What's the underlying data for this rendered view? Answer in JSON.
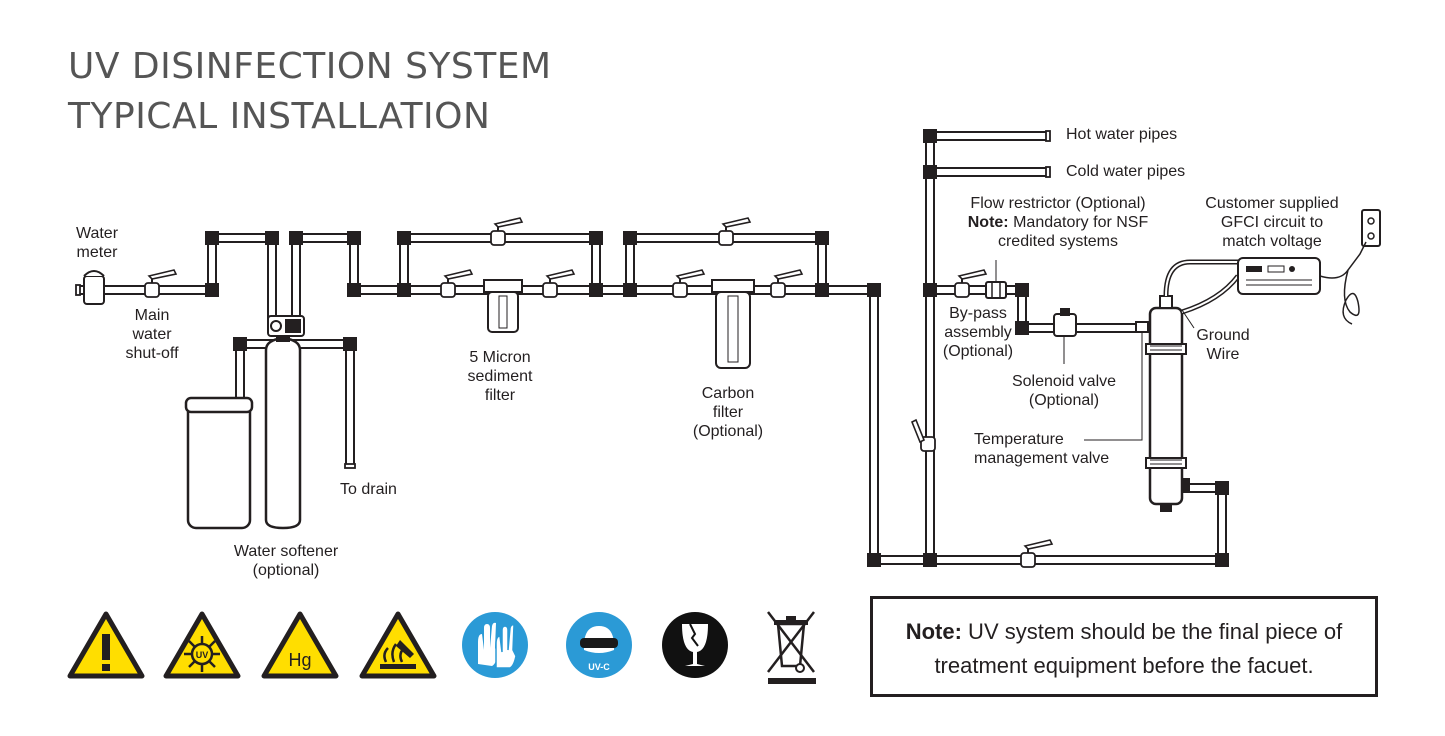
{
  "title": {
    "line1": "UV DISINFECTION SYSTEM",
    "line2": "TYPICAL INSTALLATION"
  },
  "labels": {
    "water_meter": [
      "Water",
      "meter"
    ],
    "main_shutoff": [
      "Main",
      "water",
      "shut-off"
    ],
    "water_softener": [
      "Water softener",
      "(optional)"
    ],
    "to_drain": "To drain",
    "sediment_filter": [
      "5 Micron",
      "sediment",
      "filter"
    ],
    "carbon_filter": [
      "Carbon",
      "filter",
      "(Optional)"
    ],
    "hot_water_pipes": "Hot water pipes",
    "cold_water_pipes": "Cold water pipes",
    "flow_restrictor": {
      "line1": "Flow restrictor (Optional)",
      "note_bold": "Note:",
      "note_rest": " Mandatory for NSF",
      "line3": "credited systems"
    },
    "gfci": [
      "Customer supplied",
      "GFCI circuit to",
      "match voltage"
    ],
    "bypass": [
      "By-pass",
      "assembly",
      "(Optional)"
    ],
    "ground_wire": [
      "Ground",
      "Wire"
    ],
    "solenoid": [
      "Solenoid valve",
      "(Optional)"
    ],
    "temperature_valve": [
      "Temperature",
      "management valve"
    ]
  },
  "warning_icons": [
    {
      "name": "exclamation-warning-icon",
      "symbol": "!"
    },
    {
      "name": "uv-radiation-warning-icon",
      "symbol": "UV"
    },
    {
      "name": "mercury-hg-warning-icon",
      "symbol": "Hg"
    },
    {
      "name": "hot-surface-warning-icon",
      "symbol": "hot-surface"
    },
    {
      "name": "wear-gloves-icon",
      "symbol": "gloves"
    },
    {
      "name": "uv-c-eye-protection-icon",
      "symbol": "UV-C"
    },
    {
      "name": "fragile-glass-icon",
      "symbol": "broken-glass"
    },
    {
      "name": "weee-disposal-icon",
      "symbol": "crossed-bin"
    }
  ],
  "note": {
    "bold": "Note:",
    "line1_rest": " UV system should be the final piece of",
    "line2": "treatment equipment before the facuet."
  },
  "colors": {
    "warning_yellow": "#ffde00",
    "mandatory_blue": "#2b9ad6",
    "outline": "#231f20",
    "title_grey": "#555555"
  }
}
